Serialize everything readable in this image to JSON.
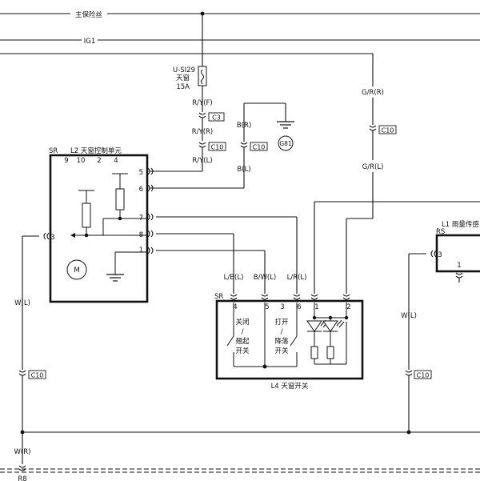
{
  "rails": {
    "main_fuse": "主保险丝",
    "ig1": "IG1"
  },
  "fuse": {
    "id": "U-SI29",
    "name": "天窗",
    "rating": "15A"
  },
  "wires": {
    "ry_f": "R/Y(F)",
    "ry_r": "R/Y(R)",
    "ry_l": "R/Y(L)",
    "b_r": "B(R)",
    "b_l": "B(L)",
    "gr_r": "G/R(R)",
    "gr_l": "G/R(L)",
    "lb_l": "L/B(L)",
    "bw_l": "B/W(L)",
    "lr_l": "L/R(L)",
    "w_l_left": "W(L)",
    "w_l_right": "W(L)",
    "w_r": "W(R)"
  },
  "connectors": {
    "c3": "C3",
    "c10_a": "C10",
    "c10_b": "C10",
    "c10_c": "C10",
    "c10_d": "C10",
    "c10_e": "C10",
    "r8": "R8"
  },
  "ground": {
    "label": "G81"
  },
  "l2": {
    "prefix": "SR",
    "title": "L2 天窗控制单元",
    "top_pins": [
      "9",
      "10",
      "2",
      "4"
    ],
    "side_pins": [
      "5",
      "6",
      "7",
      "8",
      "1"
    ],
    "left_pin": "3",
    "motor": "M"
  },
  "l4": {
    "prefix": "SR",
    "title": "L4 天窗开关",
    "pins": [
      "4",
      "5",
      "3",
      "6",
      "1",
      "2"
    ],
    "sw1": [
      "关闭",
      "/",
      "翘起",
      "开关"
    ],
    "sw2": [
      "打开",
      "/",
      "降落",
      "开关"
    ]
  },
  "l1": {
    "prefix": "RS",
    "title": "L1 雨量传感",
    "left_pin": "3",
    "bottom_pin": "1"
  }
}
